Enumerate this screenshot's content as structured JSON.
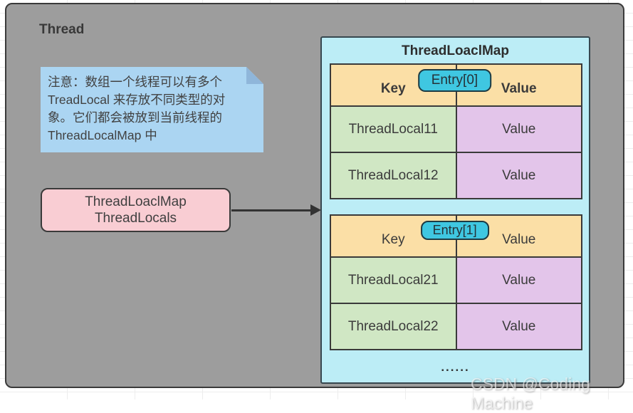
{
  "thread": {
    "label": "Thread"
  },
  "note": {
    "lines": [
      "注意：数组一个线程可以有多个",
      "TreadLocal 来存放不同类型的对",
      "象。它们都会被放到当前线程的",
      "ThreadLocalMap 中"
    ]
  },
  "pointer_box": {
    "line1": "ThreadLoaclMap",
    "line2": "ThreadLocals"
  },
  "map": {
    "title": "ThreadLoaclMap",
    "tables": [
      {
        "badge": "Entry[0]",
        "key_header": "Key",
        "value_header": "Value",
        "rows": [
          {
            "key": "ThreadLocal11",
            "value": "Value"
          },
          {
            "key": "ThreadLocal12",
            "value": "Value"
          }
        ]
      },
      {
        "badge": "Entry[1]",
        "key_header": "Key",
        "value_header": "Value",
        "rows": [
          {
            "key": "ThreadLocal21",
            "value": "Value"
          },
          {
            "key": "ThreadLocal22",
            "value": "Value"
          }
        ]
      }
    ],
    "ellipsis": "......"
  },
  "watermark": "CSDN @Coding Machine",
  "colors": {
    "background_gray": "#9D9D9D",
    "line_dark": "#3A3A3A",
    "text_dark": "#3C3C3C",
    "note_blue": "#ABD5F2",
    "note_fold_blue": "#8FB6DA",
    "pink": "#F9CDD3",
    "map_cyan": "#BCEDF6",
    "header_orange": "#FBDFA6",
    "key_green": "#D0E7C4",
    "value_purple": "#E3C5EA",
    "badge_cyan": "#3FC7E1"
  }
}
